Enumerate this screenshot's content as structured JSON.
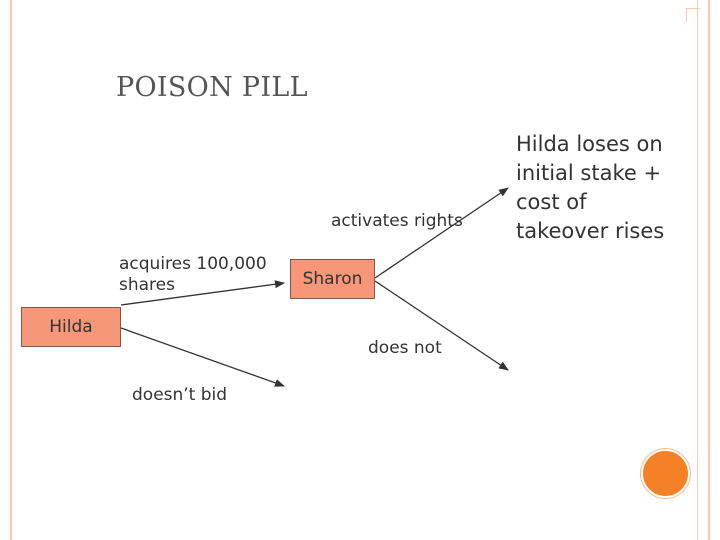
{
  "slide": {
    "title": "POISON PILL",
    "accent_color": "#f7977a",
    "frame_color": "#f7c9ad",
    "circle_color": "#f58025"
  },
  "nodes": {
    "hilda": "Hilda",
    "sharon": "Sharon"
  },
  "edge_labels": {
    "acquires_line1": "acquires 100,000",
    "acquires_line2": "shares",
    "doesnt_bid": "doesn’t bid",
    "activates_rights": "activates rights",
    "does_not": "does not"
  },
  "outcome": {
    "line1": "Hilda loses on",
    "line2": "initial stake +",
    "line3": "cost of",
    "line4": "takeover rises"
  }
}
